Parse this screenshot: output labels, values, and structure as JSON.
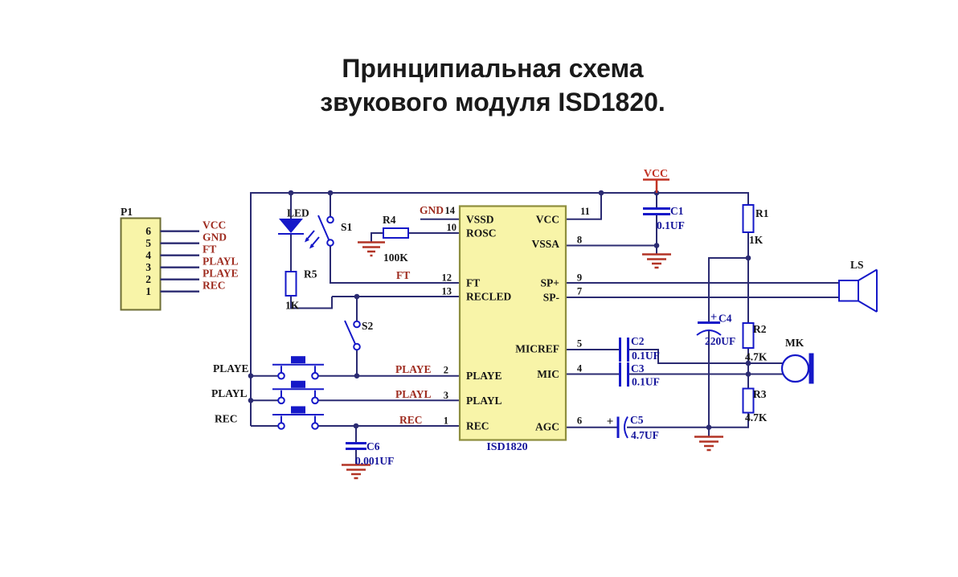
{
  "title": {
    "line1": "Принципиальная схема",
    "line2": "звукового модуля ISD1820."
  },
  "power_net": {
    "label": "VCC"
  },
  "connector_p1": {
    "ref": "P1",
    "pins": [
      {
        "num": "6",
        "net": "VCC"
      },
      {
        "num": "5",
        "net": "GND"
      },
      {
        "num": "4",
        "net": "FT"
      },
      {
        "num": "3",
        "net": "PLAYL"
      },
      {
        "num": "2",
        "net": "PLAYE"
      },
      {
        "num": "1",
        "net": "REC"
      }
    ]
  },
  "ic": {
    "part": "ISD1820",
    "left_pins": [
      {
        "name": "VSSD",
        "num": "14",
        "net": "GND"
      },
      {
        "name": "ROSC",
        "num": "10"
      },
      {
        "name": "FT",
        "num": "12",
        "net": "FT"
      },
      {
        "name": "RECLED",
        "num": "13"
      },
      {
        "name": "PLAYE",
        "num": "2",
        "net": "PLAYE"
      },
      {
        "name": "PLAYL",
        "num": "3",
        "net": "PLAYL"
      },
      {
        "name": "REC",
        "num": "1",
        "net": "REC"
      }
    ],
    "right_pins": [
      {
        "name": "VCC",
        "num": "11"
      },
      {
        "name": "VSSA",
        "num": "8"
      },
      {
        "name": "SP+",
        "num": "9"
      },
      {
        "name": "SP-",
        "num": "7"
      },
      {
        "name": "MICREF",
        "num": "5"
      },
      {
        "name": "MIC",
        "num": "4"
      },
      {
        "name": "AGC",
        "num": "6"
      }
    ]
  },
  "buttons": [
    {
      "label": "PLAYE"
    },
    {
      "label": "PLAYL"
    },
    {
      "label": "REC"
    }
  ],
  "components": {
    "led": {
      "ref": "LED"
    },
    "s1": {
      "ref": "S1"
    },
    "s2": {
      "ref": "S2"
    },
    "r1": {
      "ref": "R1",
      "value": "1K"
    },
    "r2": {
      "ref": "R2",
      "value": "4.7K"
    },
    "r3": {
      "ref": "R3",
      "value": "4.7K"
    },
    "r4": {
      "ref": "R4",
      "value": "100K"
    },
    "r5": {
      "ref": "R5",
      "value": "1K"
    },
    "c1": {
      "ref": "C1",
      "value": "0.1UF"
    },
    "c2": {
      "ref": "C2",
      "value": "0.1UF"
    },
    "c3": {
      "ref": "C3",
      "value": "0.1UF"
    },
    "c4": {
      "ref": "C4",
      "value": "220UF",
      "polarity": "+"
    },
    "c5": {
      "ref": "C5",
      "value": "4.7UF",
      "polarity": "+"
    },
    "c6": {
      "ref": "C6",
      "value": "0.001UF"
    },
    "speaker": {
      "ref": "LS"
    },
    "mic": {
      "ref": "MK"
    }
  },
  "colors": {
    "wire": "#2B2B72",
    "component": "#1518C8",
    "net_label": "#9E2B1F",
    "power": "#C13324",
    "ground": "#B23425",
    "ic_fill": "#F8F4A8",
    "ic_border": "#8E8E3D"
  }
}
